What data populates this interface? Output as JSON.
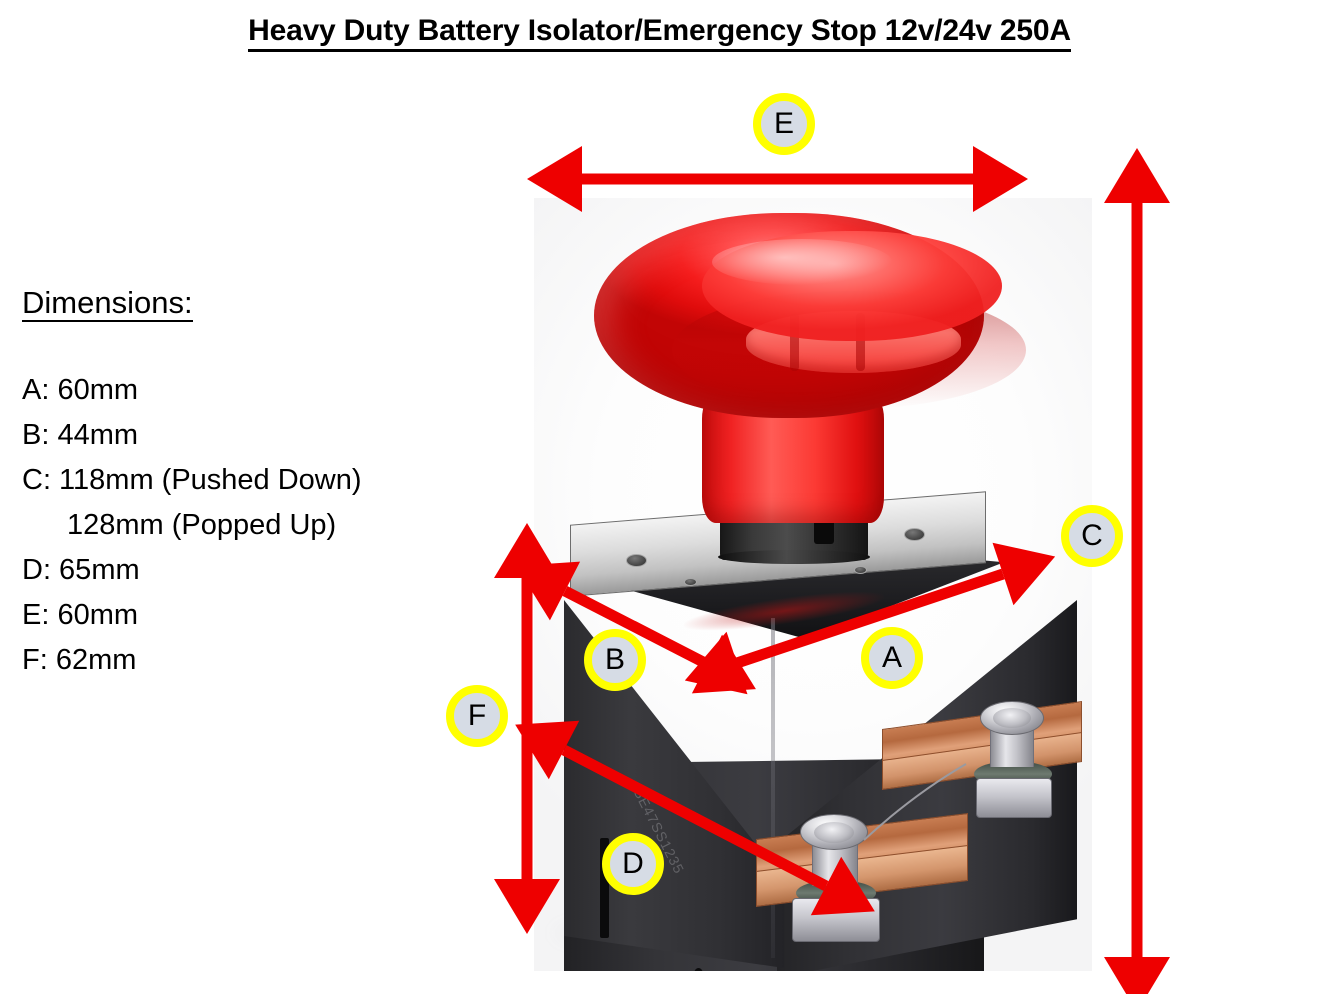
{
  "title": "Heavy Duty Battery Isolator/Emergency Stop 12v/24v 250A",
  "dimensions_panel": {
    "heading": "Dimensions:",
    "rows": [
      {
        "text": "A: 60mm",
        "indent": false
      },
      {
        "text": "B: 44mm",
        "indent": false
      },
      {
        "text": "C:  118mm (Pushed Down)",
        "indent": false
      },
      {
        "text": "128mm (Popped Up)",
        "indent": true
      },
      {
        "text": "D: 65mm",
        "indent": false
      },
      {
        "text": "E:  60mm",
        "indent": false
      },
      {
        "text": "F:  62mm",
        "indent": false
      }
    ]
  },
  "callouts": [
    {
      "id": "E",
      "label": "E"
    },
    {
      "id": "C",
      "label": "C"
    },
    {
      "id": "B",
      "label": "B"
    },
    {
      "id": "A",
      "label": "A"
    },
    {
      "id": "F",
      "label": "F"
    },
    {
      "id": "D",
      "label": "D"
    }
  ],
  "product_markings": {
    "body_code": "SE47SS1235"
  },
  "colors": {
    "arrow_red": "#ee0000",
    "badge_ring": "#ffff00",
    "badge_fill": "#d6dce5",
    "cap_red": "#f51d1d",
    "copper": "#c87d52",
    "body_black": "#2b2b2e",
    "page_background": "#ffffff",
    "text": "#000000"
  }
}
